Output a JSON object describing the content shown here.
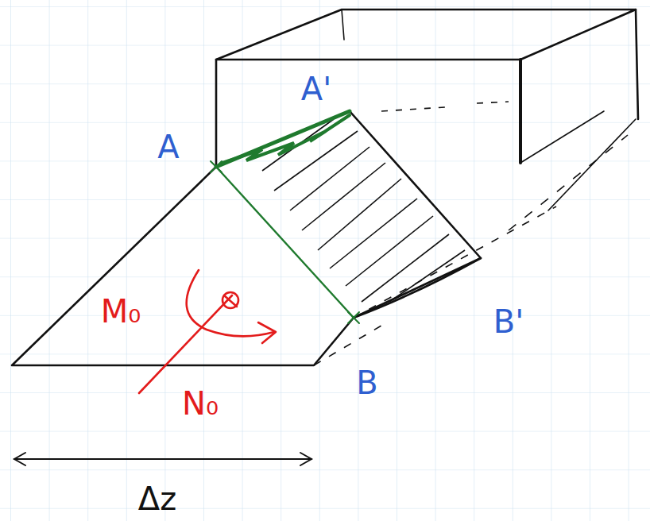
{
  "diagram": {
    "labels": [
      "A",
      "A'",
      "B",
      "B'",
      "M₀",
      "N₀",
      "Δz"
    ]
  }
}
